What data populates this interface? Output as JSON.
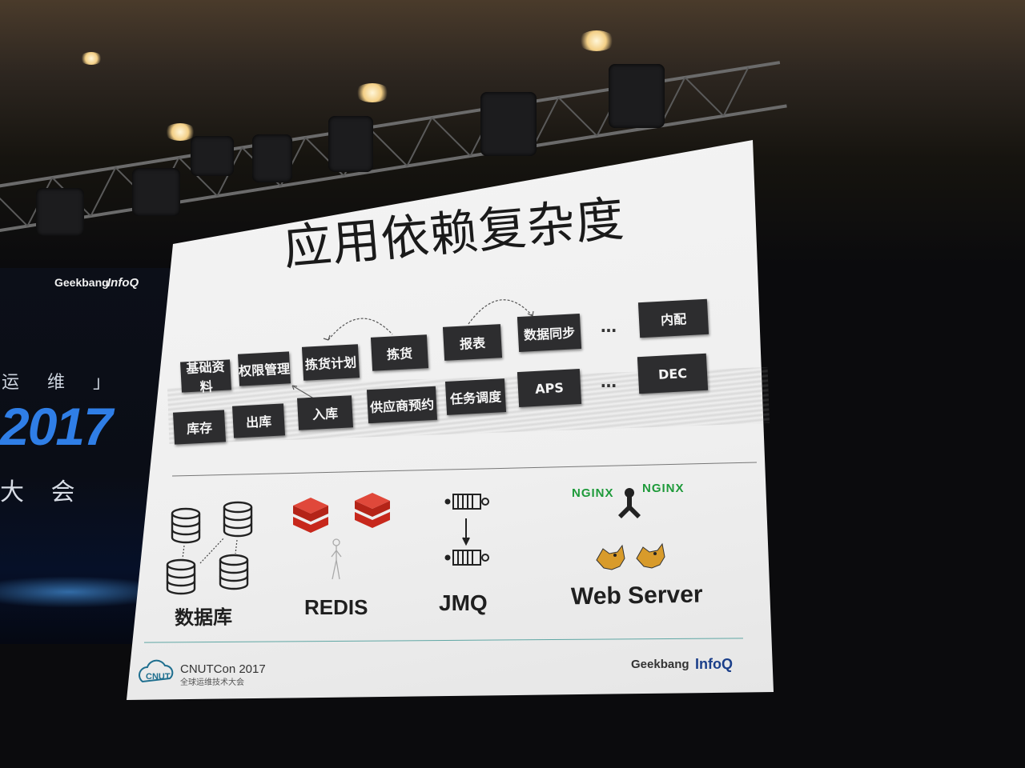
{
  "side_screen": {
    "logo_geek": "Geekbang",
    "logo_infoq": "InfoQ",
    "text_top": "运 维 」",
    "year": "2017",
    "text_bottom": "大 会"
  },
  "slide": {
    "title": "应用依赖复杂度",
    "row1": [
      "基础资料",
      "权限管理",
      "拣货计划",
      "拣货",
      "报表",
      "数据同步"
    ],
    "row1_more": "…",
    "row1_right": "内配",
    "row2": [
      "库存",
      "出库",
      "入库",
      "供应商预约",
      "任务调度",
      "APS"
    ],
    "row2_more": "…",
    "row2_right": "DEC",
    "infra": {
      "db_label": "数据库",
      "redis_label": "REDIS",
      "jmq_label": "JMQ",
      "web_label": "Web Server",
      "nginx_left": "NGINX",
      "nginx_right": "NGINX"
    },
    "footer": {
      "event_mark": "CNUT",
      "event_name": "CNUTCon 2017",
      "event_sub": "全球运维技术大会",
      "geek": "Geekbang",
      "infoq": "InfoQ"
    }
  },
  "colors": {
    "slide_bg": "#f2f2f2",
    "box_bg": "#2d2d2f",
    "redis_red": "#d82c20",
    "nginx_green": "#1e9a3a",
    "year_blue": "#2f7ee6"
  }
}
